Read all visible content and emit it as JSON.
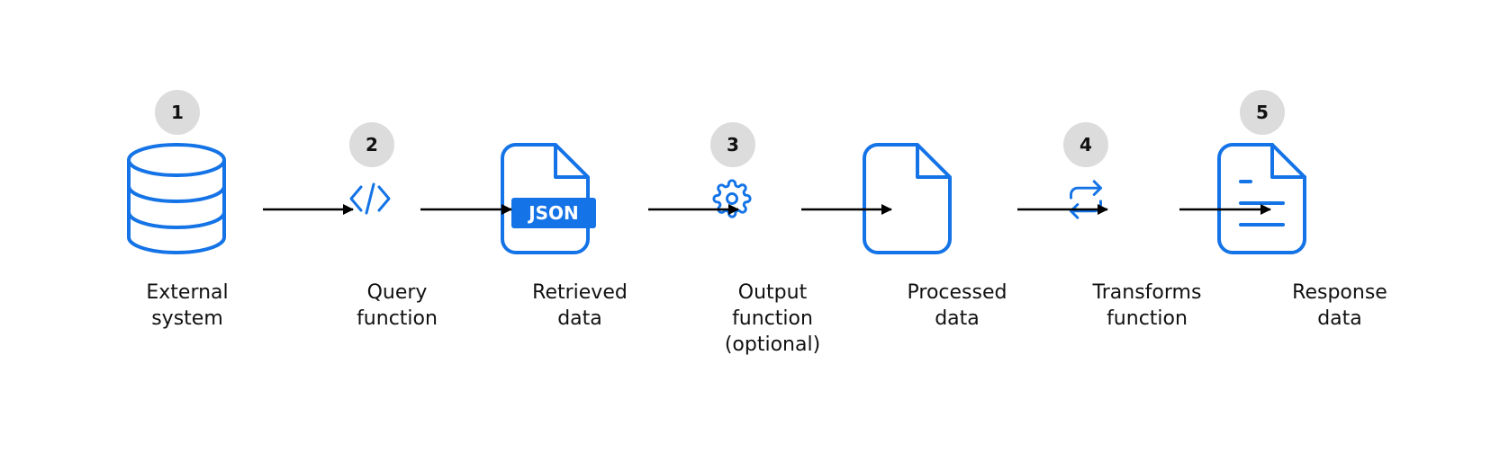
{
  "colors": {
    "accent": "#1473e6",
    "badge_bg": "#dcdcdc",
    "text": "#111111",
    "arrow": "#000000"
  },
  "steps": [
    {
      "badge": "1",
      "icon": "database-icon",
      "label": "External\nsystem"
    },
    {
      "badge": "2",
      "icon": "code-brackets-icon",
      "label": "Query\nfunction"
    },
    {
      "badge": "",
      "icon": "json-file-icon",
      "label": "Retrieved\ndata",
      "icon_text": "JSON"
    },
    {
      "badge": "3",
      "icon": "gear-icon",
      "label": "Output\nfunction\n(optional)"
    },
    {
      "badge": "",
      "icon": "blank-file-icon",
      "label": "Processed\ndata"
    },
    {
      "badge": "4",
      "icon": "repeat-arrows-icon",
      "label": "Transforms\nfunction"
    },
    {
      "badge": "5",
      "icon": "text-file-icon",
      "label": "Response\ndata"
    }
  ]
}
